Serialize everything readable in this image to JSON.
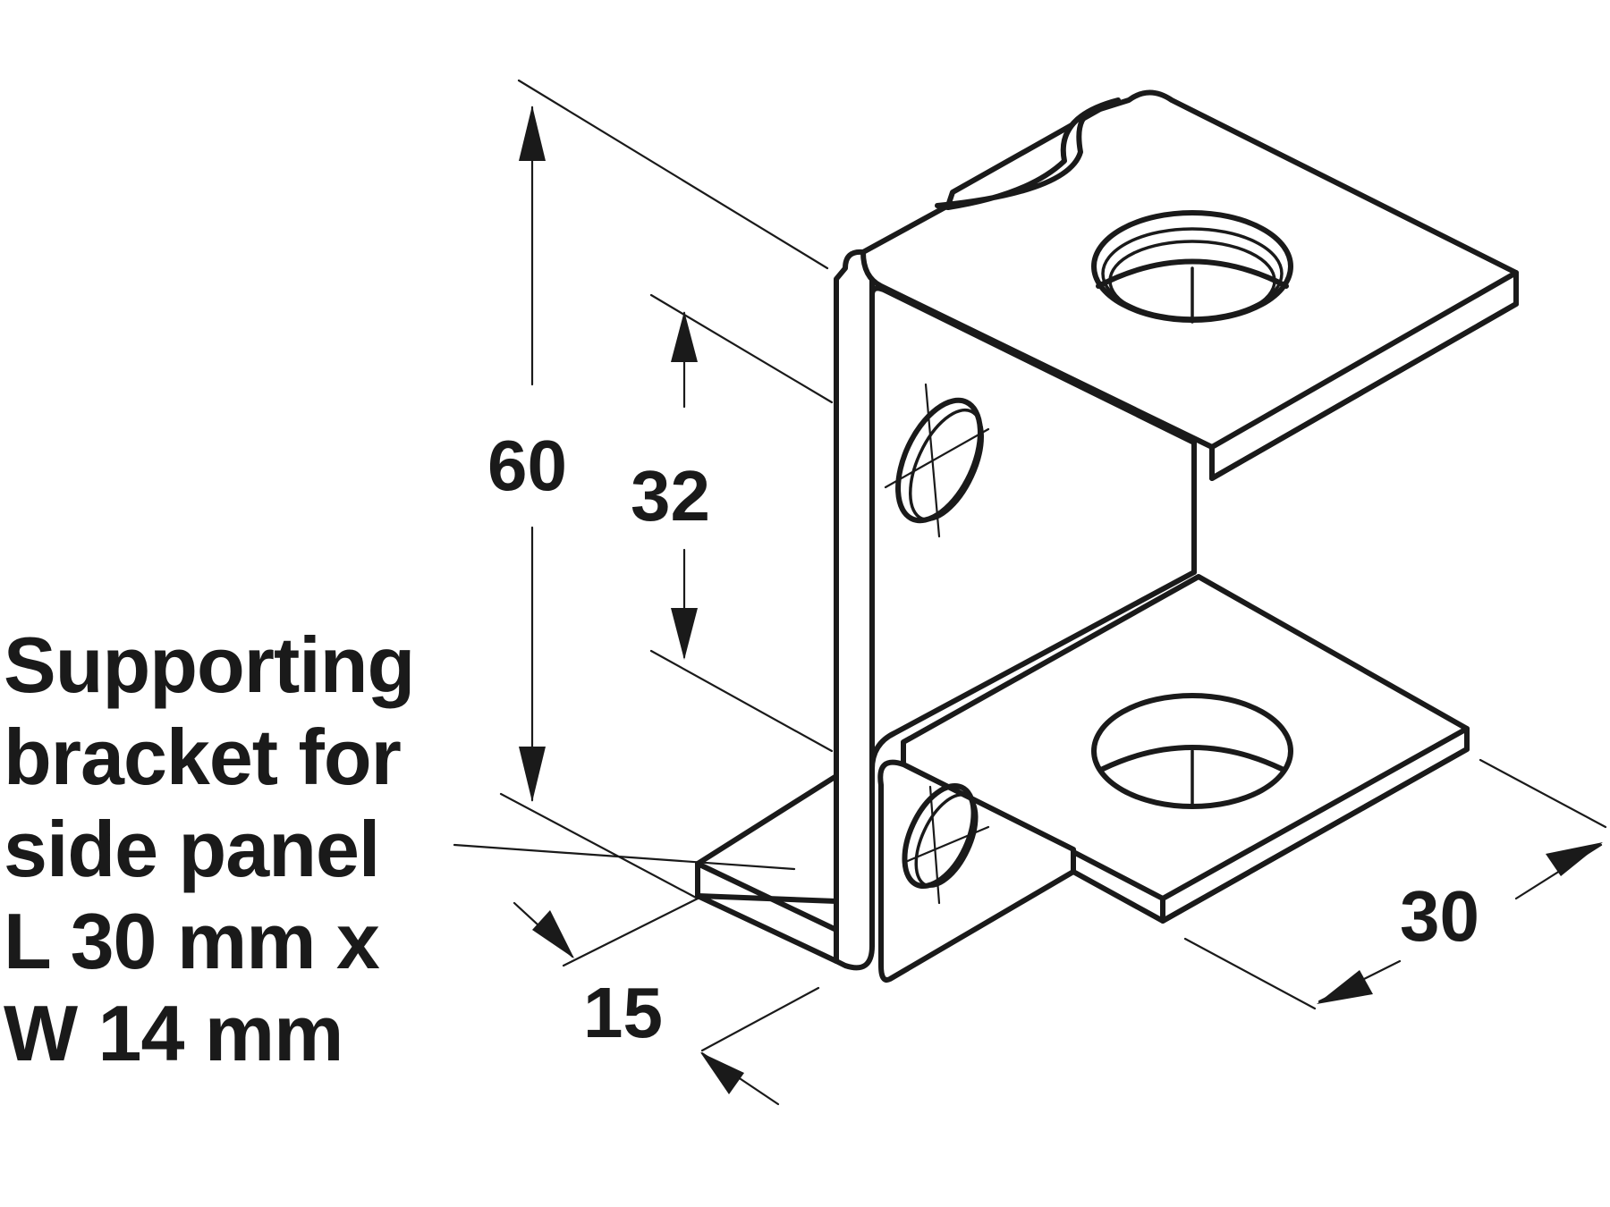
{
  "caption": {
    "lines": [
      "Supporting",
      "bracket for",
      "side panel",
      "L 30 mm x",
      "W 14 mm"
    ]
  },
  "dimensions": {
    "height_total": "60",
    "hole_spacing": "32",
    "depth": "15",
    "length": "30"
  }
}
